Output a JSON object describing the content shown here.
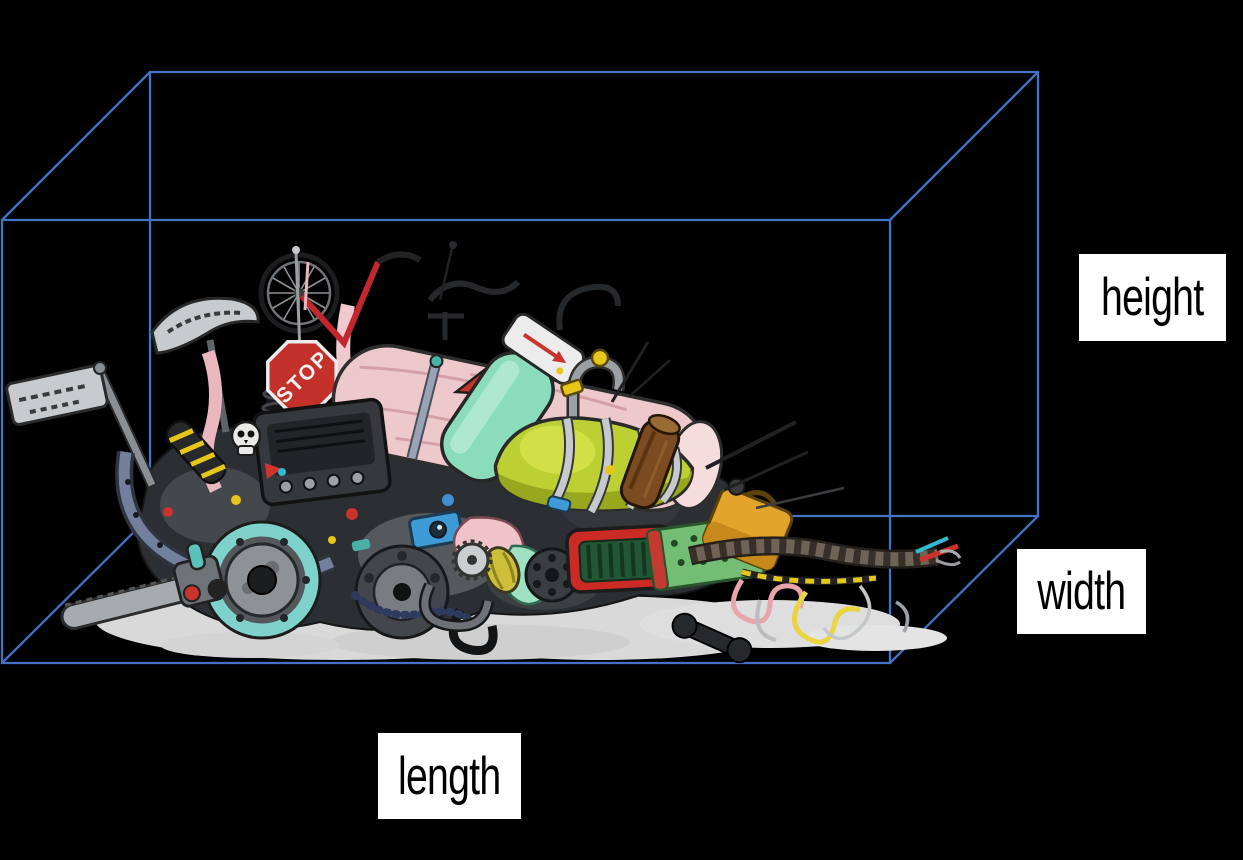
{
  "diagram": {
    "colors": {
      "background": "#000000",
      "box_line_color": "#4472c4",
      "label_bg": "#ffffff",
      "label_text": "#000000",
      "stop_sign_red": "#c4302a"
    },
    "dimension_labels": {
      "height": "height",
      "width": "width",
      "length": "length"
    },
    "junk_pile": {
      "stop_sign_text": "STOP"
    }
  }
}
